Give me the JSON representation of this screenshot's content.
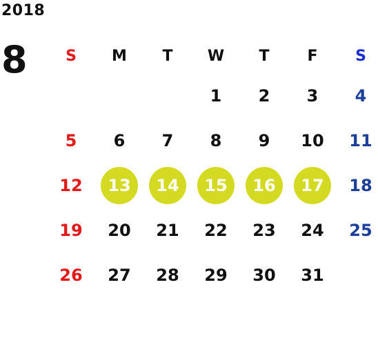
{
  "calendar": {
    "year": "2018",
    "month": "8",
    "weekdays": [
      "S",
      "M",
      "T",
      "W",
      "T",
      "F",
      "S"
    ],
    "weeks": [
      [
        "",
        "",
        "",
        "1",
        "2",
        "3",
        "4"
      ],
      [
        "5",
        "6",
        "7",
        "8",
        "9",
        "10",
        "11"
      ],
      [
        "12",
        "13",
        "14",
        "15",
        "16",
        "17",
        "18"
      ],
      [
        "19",
        "20",
        "21",
        "22",
        "23",
        "24",
        "25"
      ],
      [
        "26",
        "27",
        "28",
        "29",
        "30",
        "31",
        ""
      ]
    ],
    "highlighted_days": [
      "13",
      "14",
      "15",
      "16",
      "17"
    ]
  },
  "colors": {
    "sunday": "#e21a1a",
    "saturday": "#1d3f9a",
    "highlight": "#d4d921",
    "text": "#111111"
  }
}
